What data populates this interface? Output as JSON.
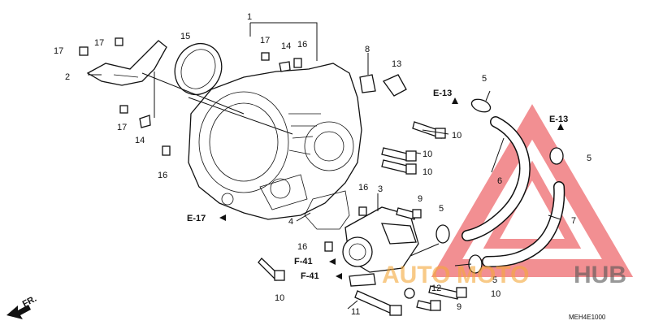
{
  "diagram": {
    "callouts": {
      "c1": "1",
      "c2": "2",
      "c3": "3",
      "c4": "4",
      "c5a": "5",
      "c5b": "5",
      "c5c": "5",
      "c5d": "5",
      "c6": "6",
      "c7": "7",
      "c8": "8",
      "c9a": "9",
      "c9b": "9",
      "c10a": "10",
      "c10b": "10",
      "c10c": "10",
      "c10d": "10",
      "c10e": "10",
      "c11": "11",
      "c12": "12",
      "c13": "13",
      "c14a": "14",
      "c14b": "14",
      "c15": "15",
      "c16a": "16",
      "c16b": "16",
      "c16c": "16",
      "c16d": "16",
      "c17a": "17",
      "c17b": "17",
      "c17c": "17",
      "c17d": "17"
    },
    "refs": {
      "e13a": "E-13",
      "e13b": "E-13",
      "e17": "E-17",
      "f41a": "F-41",
      "f41b": "F-41"
    },
    "direction": "FR.",
    "code": "MEH4E1000"
  },
  "watermark": {
    "part1": "AUTO",
    "part2": "MOTO",
    "part3": "HUB",
    "color": "#e8343a"
  }
}
